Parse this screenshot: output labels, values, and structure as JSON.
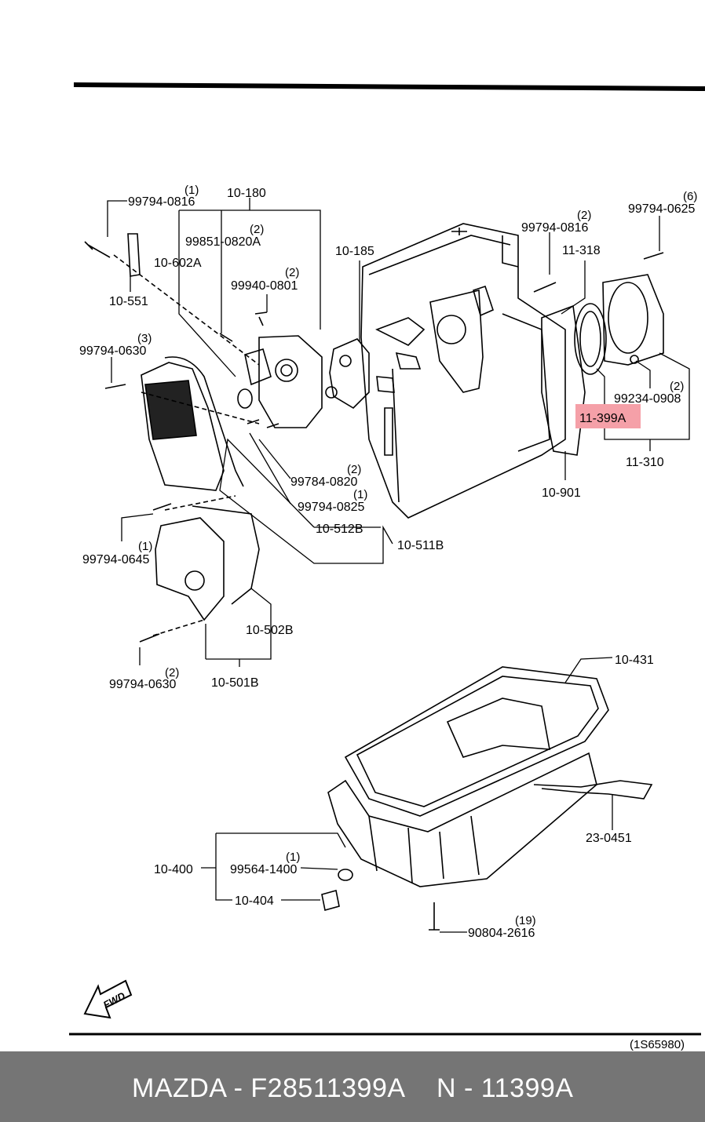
{
  "diagram": {
    "highlight_color": "#f5a0a8",
    "reference_code": "(1S65980)",
    "direction_label": "FWD",
    "parts": [
      {
        "id": "p1",
        "code": "99794-0816",
        "qty": "(1)"
      },
      {
        "id": "p2",
        "code": "10-180",
        "qty": ""
      },
      {
        "id": "p3",
        "code": "99851-0820A",
        "qty": "(2)"
      },
      {
        "id": "p4",
        "code": "10-602A",
        "qty": ""
      },
      {
        "id": "p5",
        "code": "10-551",
        "qty": ""
      },
      {
        "id": "p6",
        "code": "99940-0801",
        "qty": "(2)"
      },
      {
        "id": "p7",
        "code": "10-185",
        "qty": ""
      },
      {
        "id": "p8",
        "code": "99794-0630",
        "qty": "(3)"
      },
      {
        "id": "p9",
        "code": "99784-0820",
        "qty": "(2)"
      },
      {
        "id": "p10",
        "code": "99794-0825",
        "qty": "(1)"
      },
      {
        "id": "p11",
        "code": "10-512B",
        "qty": ""
      },
      {
        "id": "p12",
        "code": "10-511B",
        "qty": ""
      },
      {
        "id": "p13",
        "code": "99794-0645",
        "qty": "(1)"
      },
      {
        "id": "p14",
        "code": "10-502B",
        "qty": ""
      },
      {
        "id": "p15",
        "code": "99794-0630",
        "qty": "(2)"
      },
      {
        "id": "p16",
        "code": "10-501B",
        "qty": ""
      },
      {
        "id": "p17",
        "code": "99794-0816",
        "qty": "(2)"
      },
      {
        "id": "p18",
        "code": "11-318",
        "qty": ""
      },
      {
        "id": "p19",
        "code": "99794-0625",
        "qty": "(6)"
      },
      {
        "id": "p20",
        "code": "99234-0908",
        "qty": "(2)"
      },
      {
        "id": "p21",
        "code": "11-399A",
        "qty": ""
      },
      {
        "id": "p22",
        "code": "11-310",
        "qty": ""
      },
      {
        "id": "p23",
        "code": "10-901",
        "qty": ""
      },
      {
        "id": "p24",
        "code": "10-431",
        "qty": ""
      },
      {
        "id": "p25",
        "code": "23-0451",
        "qty": ""
      },
      {
        "id": "p26",
        "code": "10-400",
        "qty": ""
      },
      {
        "id": "p27",
        "code": "99564-1400",
        "qty": "(1)"
      },
      {
        "id": "p28",
        "code": "10-404",
        "qty": ""
      },
      {
        "id": "p29",
        "code": "90804-2616",
        "qty": "(19)"
      }
    ]
  },
  "footer": {
    "left_text": "MAZDA - F28511399A",
    "right_text": "N - 11399A",
    "background": "#757575"
  }
}
